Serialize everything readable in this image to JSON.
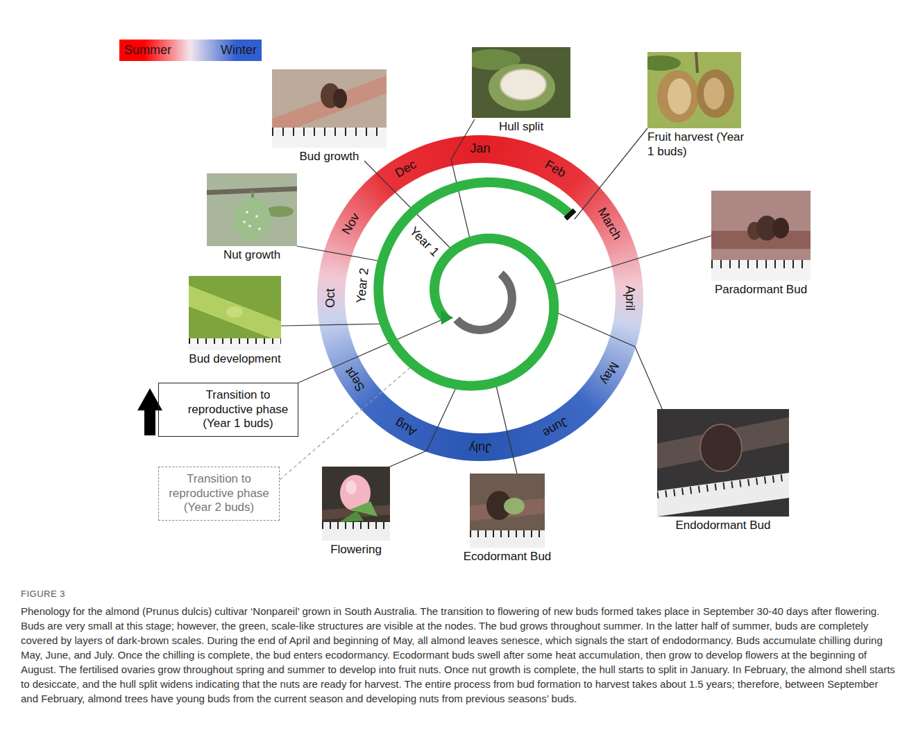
{
  "diagram": {
    "caption": "Phenology for the almond (Prunus dulcis) cultivar ‘Nonpareil’ grown in South Australia. The transition to flowering of new buds formed takes place in September 30-40 days after flowering. Buds are very small at this stage; however, the green, scale-like structures are visible at the nodes. The bud grows throughout summer. In the latter half of summer, buds are completely covered by layers of dark-brown scales. During the end of April and beginning of May, all almond leaves senesce, which signals the start of endodormancy. Buds accumulate chilling during May, June, and July. Once the chilling is complete, the bud enters ecodormancy. Ecodormant buds swell after some heat accumulation, then grow to develop flowers at the beginning of August. The fertilised ovaries grow throughout spring and summer to develop into fruit nuts. Once nut growth is complete, the hull starts to split in January. In February, the almond shell starts to desiccate, and the hull split widens indicating that the nuts are ready for harvest. The entire process from bud formation to harvest takes about 1.5 years; therefore, between September and February, almond trees have young buds from the current season and developing nuts from previous seasons’ buds.",
    "nodes": [
      {
        "text": [
          "Bud growth"
        ]
      },
      {
        "text": [
          "Hull split"
        ]
      },
      {
        "text": [
          "Fruit harvest (Year 1 buds)"
        ]
      },
      {
        "text": [
          "Paradormant Bud"
        ]
      },
      {
        "text": [
          "Endodormant Bud"
        ]
      },
      {
        "text": [
          "Ecodormant Bud"
        ]
      },
      {
        "text": [
          "Flowering"
        ]
      },
      {
        "text": [
          "Transition to reproductive phase (Year 2 buds)"
        ]
      },
      {
        "text": [
          "Transition to reproductive phase (Year 1 buds)"
        ]
      },
      {
        "text": [
          "Bud development"
        ]
      },
      {
        "text": [
          "Nut growth"
        ]
      }
    ],
    "labels": [
      "Jan",
      "Feb",
      "March",
      "April",
      "May",
      "June",
      "July",
      "Aug",
      "Sept",
      "Oct",
      "Nov",
      "Dec",
      "Year 1",
      "Year 2",
      "FIGURE 3"
    ],
    "legend": [
      {
        "text": "Summer",
        "color": "#ff0000"
      },
      {
        "text": "Winter",
        "color": "#2f5fd0"
      }
    ]
  }
}
